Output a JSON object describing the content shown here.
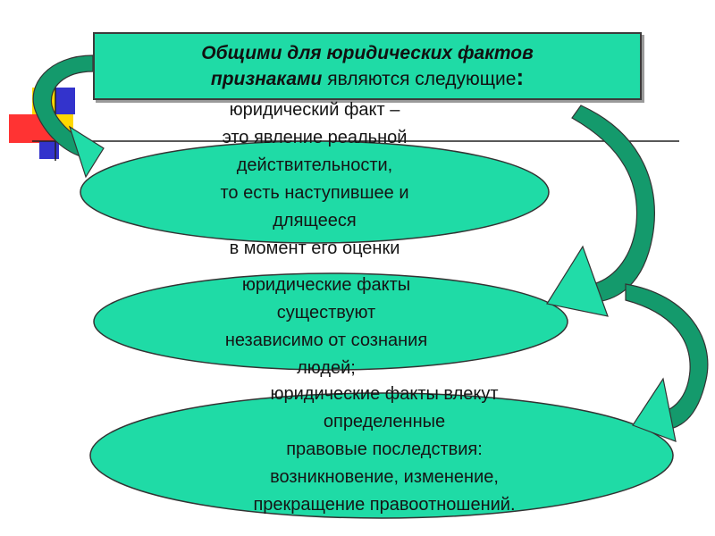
{
  "colors": {
    "teal": "#1fdba6",
    "dark_teal": "#149a6c",
    "arrow_fill": "#21dca8",
    "square_yellow": "#ffd800",
    "square_blue": "#3333cc",
    "square_red": "#ff3333"
  },
  "title": {
    "part1": "Общими для юридических фактов",
    "part2_bold": "признаками",
    "part2_rest": " являются следующие",
    "colon": ":"
  },
  "ellipses": [
    {
      "lines": [
        "юридический факт –",
        "это явление реальной",
        "действительности,",
        "то есть наступившее и",
        "длящееся",
        "в момент его оценки"
      ]
    },
    {
      "lines": [
        "юридические факты",
        "существуют",
        "независимо от сознания",
        "людей;"
      ]
    },
    {
      "lines": [
        "юридические факты влекут",
        "определенные",
        "правовые последствия:",
        "возникновение, изменение,",
        "прекращение правоотношений."
      ]
    }
  ],
  "icons": [
    "decor-squares-icon",
    "curved-arrow-icon"
  ]
}
